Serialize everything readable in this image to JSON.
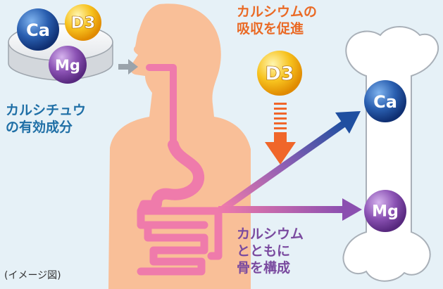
{
  "supplement": {
    "balls": [
      "Ca",
      "D3",
      "Mg"
    ],
    "label_lines": [
      "カルシチュウ",
      "の有効成分"
    ]
  },
  "promotion": {
    "label_lines": [
      "カルシウムの",
      "吸収を促進"
    ],
    "ball": "D3"
  },
  "bone": {
    "balls": [
      "Ca",
      "Mg"
    ],
    "label_lines": [
      "カルシウム",
      "とともに",
      "骨を構成"
    ]
  },
  "caption": "(イメージ図)",
  "colors": {
    "background": "#e6f1f7",
    "body": "#f9bf98",
    "digestive_tract": "#ef7bab",
    "bone": "#ffffff",
    "ca_ball": "#1f4fa0",
    "mg_ball": "#8b4fb0",
    "d3_ball": "#f5b11a",
    "promote_arrow": "#f0662a",
    "text_blue": "#1f6fa6",
    "text_orange": "#ea6a25",
    "text_purple": "#7a4a9f"
  },
  "icons": {
    "intake_arrow": "gray-right-arrow",
    "absorption_arrow": "orange-down-arrow",
    "ca_arrow": "pink-to-blue-arrow",
    "mg_arrow": "pink-to-purple-arrow"
  }
}
